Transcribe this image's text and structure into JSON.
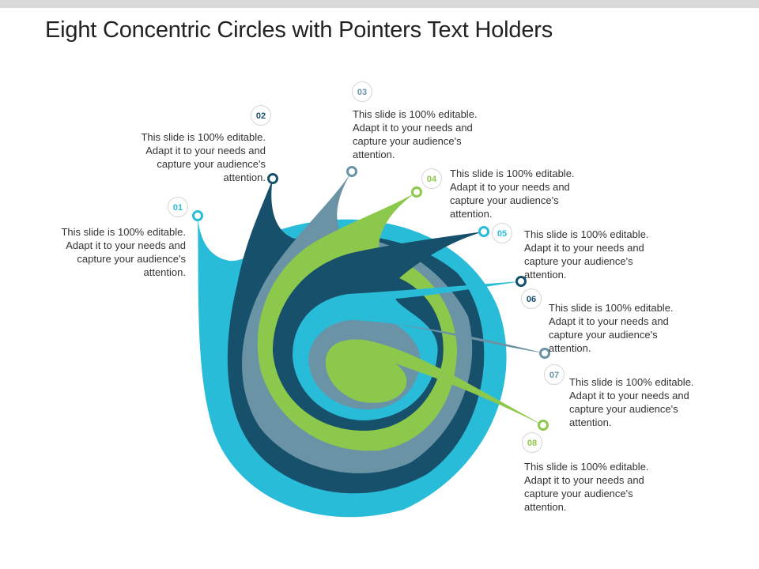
{
  "title": "Eight Concentric Circles with Pointers Text Holders",
  "colors": {
    "cyan": "#29BCD9",
    "navy": "#17506B",
    "slate": "#6A93A6",
    "green": "#8CC84B",
    "topbar": "#D9D9D9"
  },
  "items": [
    {
      "number": "01",
      "text": "This slide is 100% editable. Adapt it to your needs and capture your audience's attention."
    },
    {
      "number": "02",
      "text": "This slide is 100% editable. Adapt it to your needs and capture your audience's attention."
    },
    {
      "number": "03",
      "text": "This slide is 100% editable. Adapt it to your needs and capture your audience's attention."
    },
    {
      "number": "04",
      "text": "This slide is 100% editable. Adapt it to your needs and capture your audience's attention."
    },
    {
      "number": "05",
      "text": "This slide is 100% editable. Adapt it to your needs and capture your audience's attention."
    },
    {
      "number": "06",
      "text": "This slide is 100% editable. Adapt it to your needs and capture your audience's attention."
    },
    {
      "number": "07",
      "text": "This slide is 100% editable. Adapt it to your needs and capture your audience's attention."
    },
    {
      "number": "08",
      "text": "This slide is 100% editable. Adapt it to your needs and capture your audience's attention."
    }
  ]
}
